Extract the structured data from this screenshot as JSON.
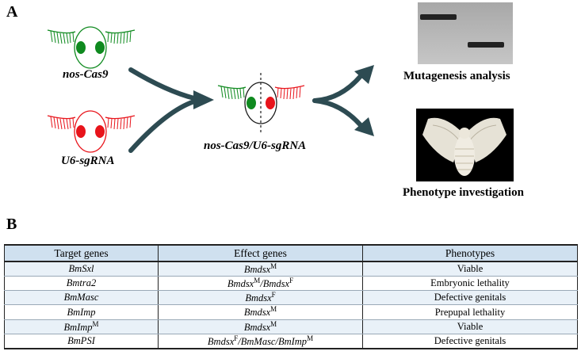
{
  "panel_a": {
    "label": "A",
    "nos_cas9": "nos-Cas9",
    "u6_sgrna": "U6-sgRNA",
    "hybrid": "nos-Cas9/U6-sgRNA",
    "mutagenesis": "Mutagenesis analysis",
    "phenotype": "Phenotype investigation",
    "colors": {
      "green": "#0f8a1f",
      "red": "#e8141b",
      "arrow": "#2d4b52"
    }
  },
  "panel_b": {
    "label": "B",
    "headers": [
      "Target genes",
      "Effect genes",
      "Phenotypes"
    ],
    "rows": [
      {
        "target": "BmSxl",
        "effect": "Bmdsx",
        "effect_sup": "M",
        "phenotype": "Viable"
      },
      {
        "target": "Bmtra2",
        "effect": "Bmdsx",
        "effect_sup": "M",
        "effect2": "/Bmdsx",
        "effect2_sup": "F",
        "phenotype": "Embryonic lethality"
      },
      {
        "target": "BmMasc",
        "effect": "Bmdsx",
        "effect_sup": "F",
        "phenotype": "Defective genitals"
      },
      {
        "target": "BmImp",
        "effect": "Bmdsx",
        "effect_sup": "M",
        "phenotype": "Prepupal lethality"
      },
      {
        "target": "BmImp",
        "target_sup": "M",
        "effect": "Bmdsx",
        "effect_sup": "M",
        "phenotype": "Viable"
      },
      {
        "target": "BmPSI",
        "effect": "Bmdsx",
        "effect_sup": "F",
        "effect2": "/BmMasc/BmImp",
        "effect2_sup": "M",
        "phenotype": "Defective genitals"
      }
    ]
  }
}
